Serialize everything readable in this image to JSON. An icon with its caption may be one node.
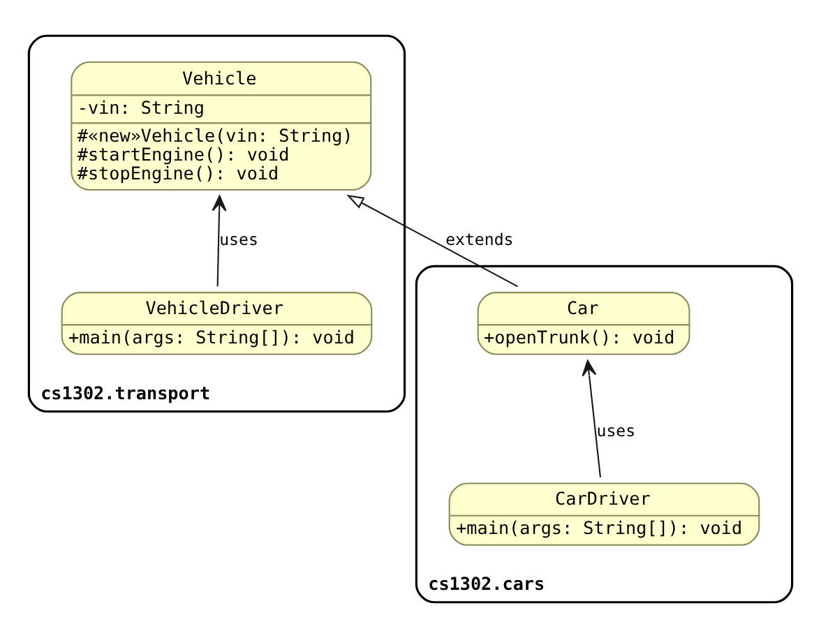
{
  "diagram": {
    "nodes": [
      {
        "text": [
          "cs1302.transport"
        ]
      },
      {
        "text": [
          "Vehicle",
          "-vin: String",
          "#«new»Vehicle(vin: String)",
          "#startEngine(): void",
          "#stopEngine(): void"
        ],
        "in": 0
      },
      {
        "text": [
          "VehicleDriver",
          "+main(args: String[]): void"
        ],
        "in": 0
      },
      {
        "text": [
          "cs1302.cars"
        ]
      },
      {
        "text": [
          "Car",
          "+openTrunk(): void"
        ],
        "in": 3
      },
      {
        "text": [
          "CarDriver",
          "+main(args: String[]): void"
        ],
        "in": 3
      }
    ],
    "edges": [
      {
        "from": 2,
        "to": 1,
        "arrow": "to",
        "label": "uses"
      },
      {
        "from": 4,
        "to": 1,
        "arrow": "to",
        "label": "extends"
      },
      {
        "from": 5,
        "to": 4,
        "arrow": "to",
        "label": "uses"
      }
    ]
  }
}
